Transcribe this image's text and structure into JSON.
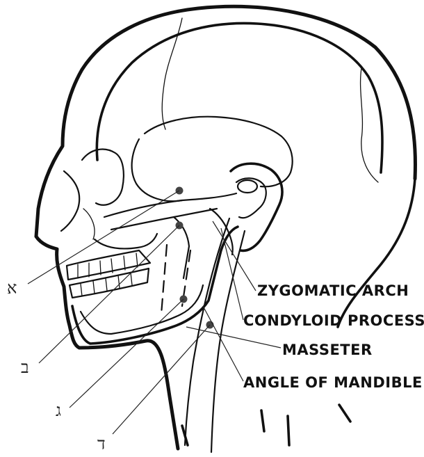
{
  "labels": {
    "terms": [
      "ZYGOMATIC ARCH",
      "CONDYLOID PROCESS",
      "MASSETER",
      "ANGLE OF MANDIBLE"
    ],
    "answers": [
      "א",
      "ב",
      "ג",
      "ד"
    ]
  }
}
